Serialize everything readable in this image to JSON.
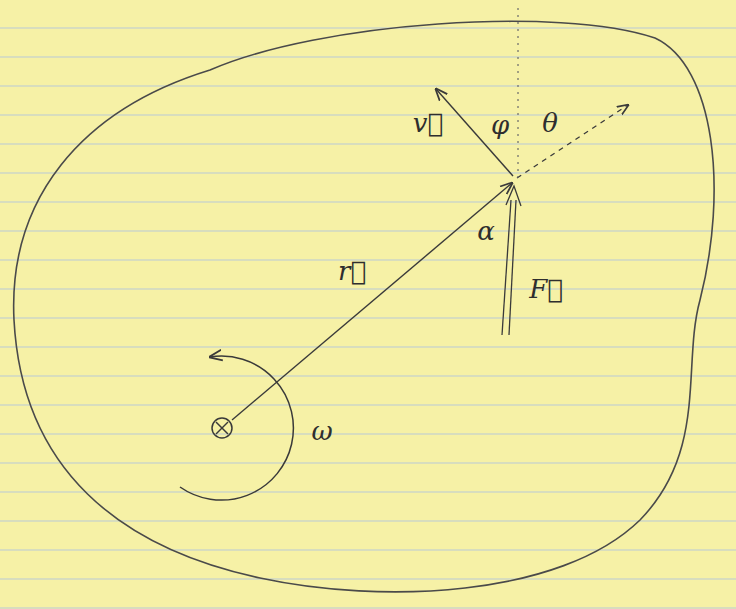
{
  "diagram": {
    "labels": [
      "ω",
      "r⃗",
      "v⃗",
      "φ",
      "θ",
      "F⃗",
      "α"
    ]
  }
}
